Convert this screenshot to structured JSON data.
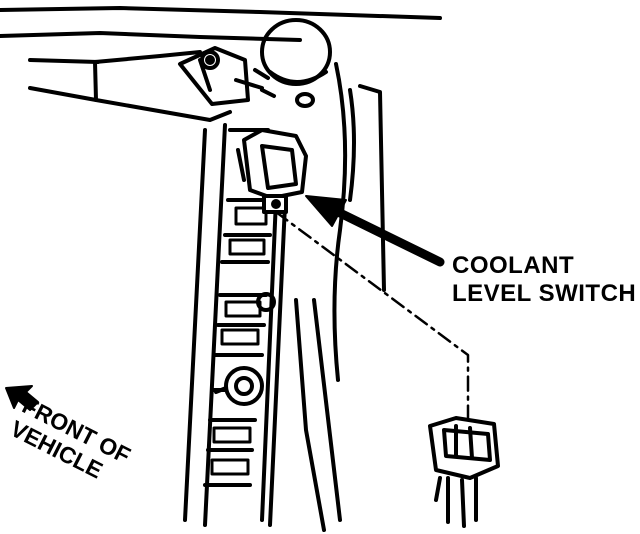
{
  "callouts": {
    "coolant_line1": "COOLANT",
    "coolant_line2": "LEVEL SWITCH"
  },
  "orientation": {
    "line1": "FRONT OF",
    "line2": "VEHICLE"
  },
  "colors": {
    "ink": "#000000",
    "paper": "#ffffff"
  },
  "icons": {
    "direction": "left-arrow-icon"
  }
}
